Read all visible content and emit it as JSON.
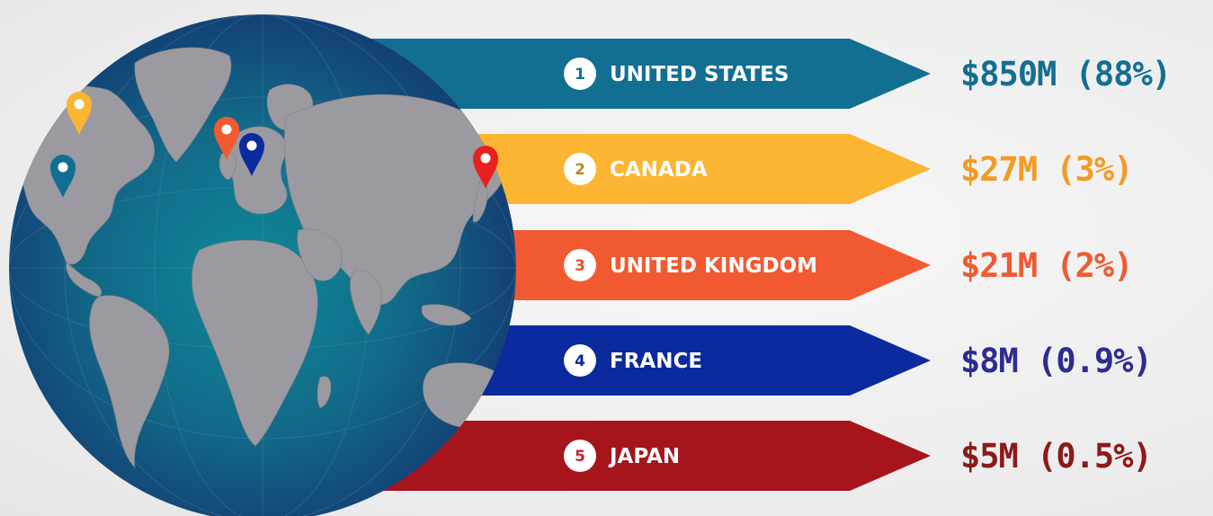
{
  "rows": [
    {
      "rank": "1",
      "country": "UNITED STATES",
      "value": "$850M (88%)",
      "color": "#126f92",
      "num_color": "#126f92",
      "value_color": "#126f92"
    },
    {
      "rank": "2",
      "country": "CANADA",
      "value": "$27M (3%)",
      "color": "#fbb532",
      "num_color": "#b8861e",
      "value_color": "#f29b24"
    },
    {
      "rank": "3",
      "country": "UNITED KINGDOM",
      "value": "$21M (2%)",
      "color": "#f15a31",
      "num_color": "#e94d2a",
      "value_color": "#f05a31"
    },
    {
      "rank": "4",
      "country": "FRANCE",
      "value": "$8M (0.9%)",
      "color": "#0b2a9e",
      "num_color": "#0b2a9e",
      "value_color": "#2d2d8f"
    },
    {
      "rank": "5",
      "country": "JAPAN",
      "value": "$5M (0.5%)",
      "color": "#a6151c",
      "num_color": "#d0202a",
      "value_color": "#8b1a1a"
    }
  ],
  "globe": {
    "ocean_inner": "#0d8a9a",
    "ocean_outer": "#133b73",
    "land_color": "#9a9aa0",
    "markers": [
      {
        "name": "canada-marker",
        "color": "#fbb532"
      },
      {
        "name": "united-states-marker",
        "color": "#126f92"
      },
      {
        "name": "united-kingdom-marker",
        "color": "#f15a31"
      },
      {
        "name": "france-marker",
        "color": "#0b2a9e"
      },
      {
        "name": "japan-marker",
        "color": "#e8211f"
      }
    ]
  }
}
